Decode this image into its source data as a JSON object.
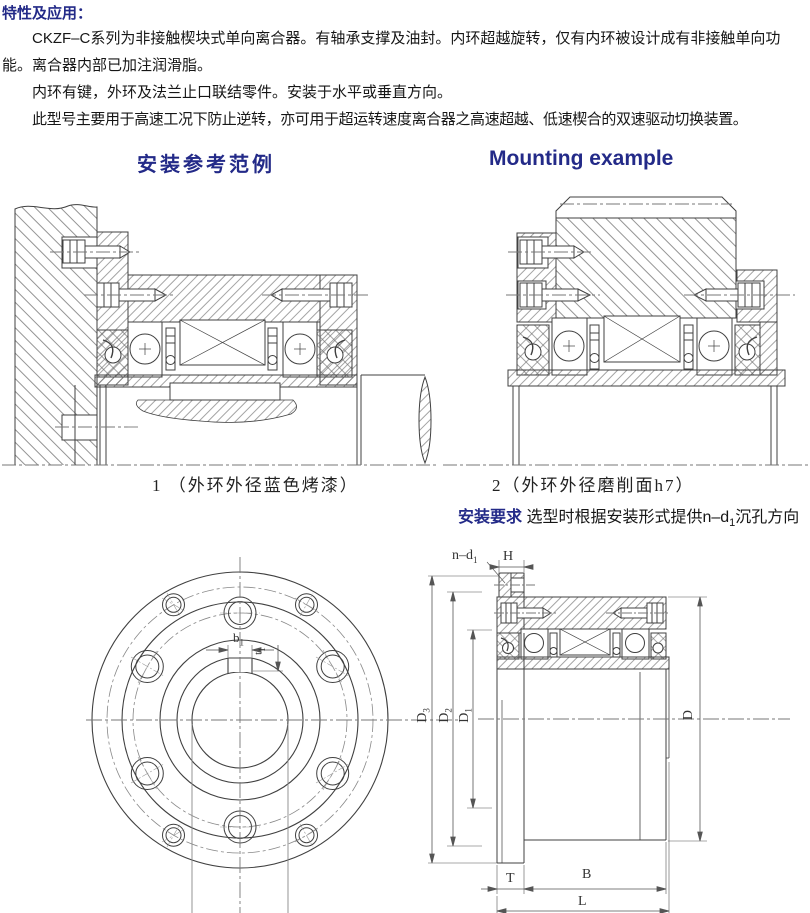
{
  "intro": {
    "title": "特性及应用：",
    "p1": "CKZF–C系列为非接触楔块式单向离合器。有轴承支撑及油封。内环超越旋转，仅有内环被设计成有非接触单向功能。离合器内部已加注润滑脂。",
    "p2": "内环有键，外环及法兰止口联结零件。安装于水平或垂直方向。",
    "p3": "此型号主要用于高速工况下防止逆转，亦可用于超运转速度离合器之高速超越、低速楔合的双速驱动切换装置。"
  },
  "headings": {
    "zh": "安装参考范例",
    "en": "Mounting example"
  },
  "captions": {
    "fig1": "1 （外环外径蓝色烤漆）",
    "fig2": "2（外环外径磨削面h7）"
  },
  "note": {
    "label": "安装要求",
    "before": " 选型时根据安装形式提供n–d",
    "sub": "1",
    "after": "沉孔方向"
  },
  "dim_labels": {
    "nd": "n–d",
    "nd_sub": "1",
    "H": "H",
    "D3": "D",
    "D3_sub": "3",
    "D2": "D",
    "D2_sub": "2",
    "D1": "D",
    "D1_sub": "1",
    "D": "D",
    "T": "T",
    "B": "B",
    "L": "L",
    "b": "b",
    "b_sub": "1",
    "t": "t",
    "t_sub": "1"
  },
  "colors": {
    "heading": "#232a88",
    "text": "#161616",
    "line": "#404040"
  }
}
